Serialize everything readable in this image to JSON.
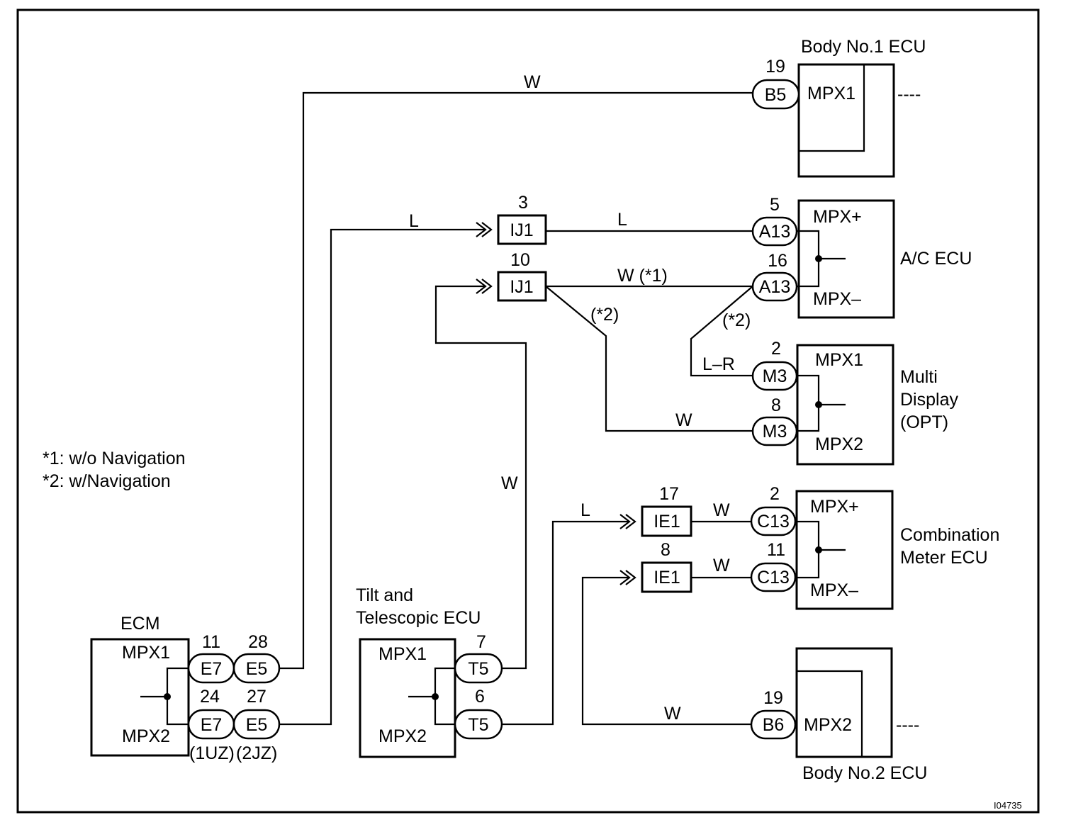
{
  "notes": {
    "note1": "*1: w/o Navigation",
    "note2": "*2: w/Navigation"
  },
  "figure_id": "I04735",
  "components": {
    "body1": {
      "title": "Body No.1 ECU",
      "terminal": "MPX1",
      "continuation": "----"
    },
    "ac": {
      "title": "A/C ECU",
      "terminal_plus": "MPX+",
      "terminal_minus": "MPX–"
    },
    "multi": {
      "title_line1": "Multi",
      "title_line2": "Display",
      "title_line3": "(OPT)",
      "terminal1": "MPX1",
      "terminal2": "MPX2"
    },
    "combo": {
      "title_line1": "Combination",
      "title_line2": "Meter ECU",
      "terminal_plus": "MPX+",
      "terminal_minus": "MPX–"
    },
    "body2": {
      "title": "Body No.2 ECU",
      "terminal": "MPX2",
      "continuation": "----"
    },
    "ecm": {
      "title": "ECM",
      "terminal1": "MPX1",
      "terminal2": "MPX2"
    },
    "tilt": {
      "title_line1": "Tilt and",
      "title_line2": "Telescopic ECU",
      "terminal1": "MPX1",
      "terminal2": "MPX2"
    }
  },
  "connectors": {
    "b5": {
      "label": "B5",
      "pin": "19"
    },
    "a13_top": {
      "label": "A13",
      "pin": "5"
    },
    "a13_bot": {
      "label": "A13",
      "pin": "16"
    },
    "m3_top": {
      "label": "M3",
      "pin": "2"
    },
    "m3_bot": {
      "label": "M3",
      "pin": "8"
    },
    "c13_top": {
      "label": "C13",
      "pin": "2"
    },
    "c13_bot": {
      "label": "C13",
      "pin": "11"
    },
    "b6": {
      "label": "B6",
      "pin": "19"
    },
    "ij1_top": {
      "label": "IJ1",
      "pin": "3"
    },
    "ij1_bot": {
      "label": "IJ1",
      "pin": "10"
    },
    "ie1_top": {
      "label": "IE1",
      "pin": "17"
    },
    "ie1_bot": {
      "label": "IE1",
      "pin": "8"
    },
    "e7_top": {
      "label": "E7",
      "pin": "11"
    },
    "e5_top": {
      "label": "E5",
      "pin": "28"
    },
    "e7_bot": {
      "label": "E7",
      "pin": "24"
    },
    "e5_bot": {
      "label": "E5",
      "pin": "27"
    },
    "e7_variant": "(1UZ)",
    "e5_variant": "(2JZ)",
    "t5_top": {
      "label": "T5",
      "pin": "7"
    },
    "t5_bot": {
      "label": "T5",
      "pin": "6"
    }
  },
  "wires": {
    "to_body1": "W",
    "ecm_to_ij1": "L",
    "ij1_to_ac": "L",
    "ij1_to_ac_nonav": "W (*1)",
    "nav_branch_a": "(*2)",
    "nav_branch_b": "(*2)",
    "to_m3_top": "L–R",
    "to_m3_bot": "W",
    "tilt_to_ij1": "W",
    "tilt_to_ie1": "L",
    "ie1_to_c13_top": "W",
    "ie1_to_c13_bot": "W",
    "to_body2": "W"
  }
}
